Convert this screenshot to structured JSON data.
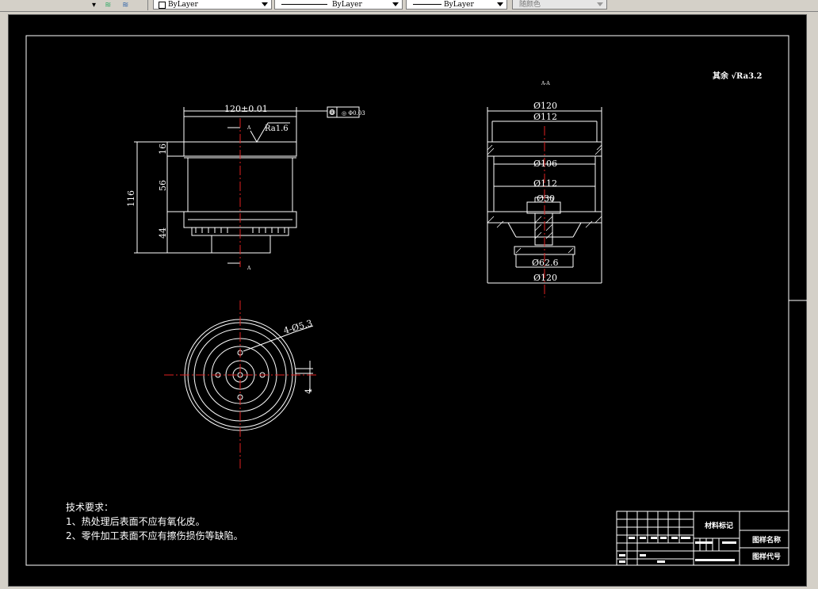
{
  "toolbar": {
    "layer_color": "ByLayer",
    "linetype": "ByLayer",
    "lineweight": "ByLayer",
    "plot_style": "随颜色"
  },
  "drawing": {
    "surface_finish_note": "其余 √Ra3.2",
    "section_mark": "A-A",
    "front_view": {
      "width_dim": "120±0.01",
      "tolerance_frame": "◎ Φ0.03",
      "roughness": "Ra1.6",
      "height_dims": [
        "16",
        "56",
        "44"
      ],
      "total_height": "116",
      "section_letter": "A"
    },
    "section_view": {
      "dims": [
        "Ø120",
        "Ø112",
        "Ø106",
        "Ø112",
        "Ø30",
        "Ø62.6",
        "Ø120"
      ]
    },
    "top_view": {
      "hole_dim": "4-Ø5.3",
      "offset_dim": "4"
    },
    "tech_requirements": {
      "title": "技术要求：",
      "items": [
        "1、热处理后表面不应有氧化皮。",
        "2、零件加工表面不应有擦伤损伤等缺陷。"
      ]
    },
    "title_block": {
      "material_mark": "材料标记",
      "drawing_name": "图样名称",
      "drawing_code": "图样代号"
    }
  }
}
